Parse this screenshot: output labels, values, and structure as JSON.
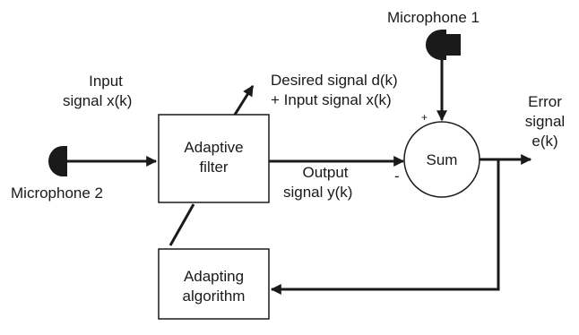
{
  "labels": {
    "microphone_1": "Microphone 1",
    "microphone_2": "Microphone 2",
    "input_signal_line1": "Input",
    "input_signal_line2": "signal x(k)",
    "desired_line1": "Desired signal d(k)",
    "desired_line2": "+ Input signal x(k)",
    "error_line1": "Error",
    "error_line2": "signal",
    "error_line3": "e(k)",
    "adaptive_filter_line1": "Adaptive",
    "adaptive_filter_line2": "filter",
    "sum": "Sum",
    "output_line1": "Output",
    "output_line2": "signal y(k)",
    "adapting_line1": "Adapting",
    "adapting_line2": "algorithm",
    "plus_sign": "+",
    "minus_sign": "-"
  },
  "colors": {
    "stroke": "#1a1a1a",
    "fill": "#ffffff"
  }
}
